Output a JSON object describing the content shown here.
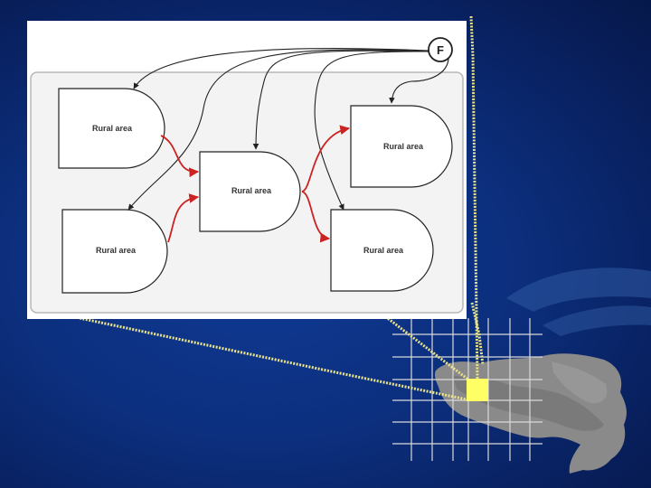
{
  "diagram": {
    "node_f_label": "F",
    "nodes": [
      {
        "label": "Rural area"
      },
      {
        "label": "Rural area"
      },
      {
        "label": "Rural area"
      },
      {
        "label": "Rural area"
      },
      {
        "label": "Rural area"
      }
    ]
  },
  "colors": {
    "background": "#0c2f7e",
    "dotted_connector": "#e8e28a",
    "highlight_cell": "#ffff66",
    "flow_arrows": "#cc2222",
    "black_arrows": "#222222",
    "grid_lines": "#d9d9d9"
  }
}
